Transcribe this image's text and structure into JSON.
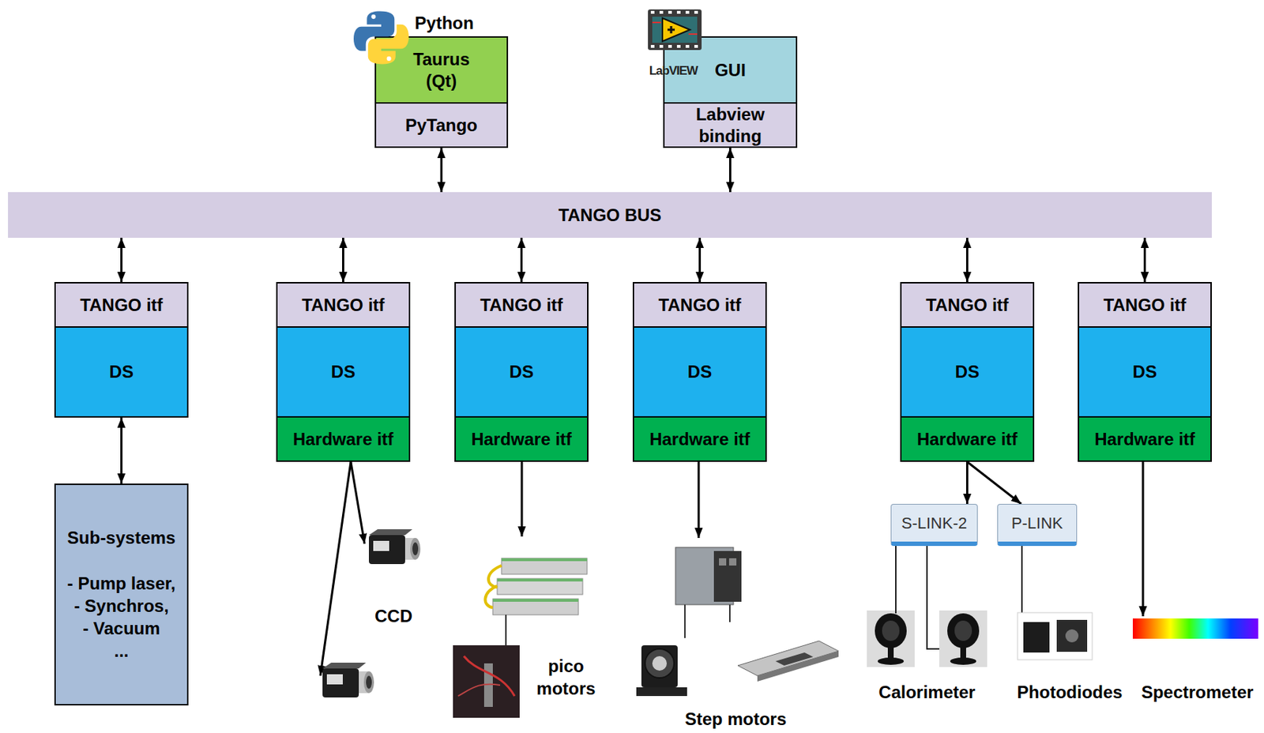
{
  "diagram": {
    "nodes": [
      {
        "text": [
          "Taurus (Qt)"
        ]
      },
      {
        "text": [
          "PyTango"
        ]
      },
      {
        "text": [
          "GUI"
        ]
      },
      {
        "text": [
          "Labview binding"
        ]
      },
      {
        "text": [
          "TANGO BUS"
        ]
      },
      {
        "text": [
          "TANGO itf"
        ]
      },
      {
        "text": [
          "DS"
        ]
      },
      {
        "text": [
          "TANGO itf"
        ]
      },
      {
        "text": [
          "DS"
        ]
      },
      {
        "text": [
          "Hardware itf"
        ]
      },
      {
        "text": [
          "TANGO itf"
        ]
      },
      {
        "text": [
          "DS"
        ]
      },
      {
        "text": [
          "Hardware itf"
        ]
      },
      {
        "text": [
          "TANGO itf"
        ]
      },
      {
        "text": [
          "DS"
        ]
      },
      {
        "text": [
          "Hardware itf"
        ]
      },
      {
        "text": [
          "TANGO itf"
        ]
      },
      {
        "text": [
          "DS"
        ]
      },
      {
        "text": [
          "Hardware itf"
        ]
      },
      {
        "text": [
          "TANGO itf"
        ]
      },
      {
        "text": [
          "DS"
        ]
      },
      {
        "text": [
          "Hardware itf"
        ]
      },
      {
        "text": [
          "Sub-systems",
          "- Pump laser,",
          "- Synchros,",
          "- Vacuum",
          "..."
        ]
      },
      {
        "text": [
          "S-LINK-2"
        ]
      },
      {
        "text": [
          "P-LINK"
        ]
      }
    ],
    "edges": [
      {
        "from": 1,
        "to": 4,
        "arrow": "both"
      },
      {
        "from": 3,
        "to": 4,
        "arrow": "both"
      },
      {
        "from": 4,
        "to": 5,
        "arrow": "both"
      },
      {
        "from": 4,
        "to": 7,
        "arrow": "both"
      },
      {
        "from": 4,
        "to": 10,
        "arrow": "both"
      },
      {
        "from": 4,
        "to": 13,
        "arrow": "both"
      },
      {
        "from": 4,
        "to": 16,
        "arrow": "both"
      },
      {
        "from": 4,
        "to": 19,
        "arrow": "both"
      },
      {
        "from": 6,
        "to": 22,
        "arrow": "both"
      },
      {
        "from": 18,
        "to": 23,
        "arrow": "to"
      },
      {
        "from": 18,
        "to": 24,
        "arrow": "to"
      }
    ],
    "labels": [
      "Python",
      "LabVIEW",
      "CCD",
      "pico motors",
      "Step motors",
      "Calorimeter",
      "Photodiodes",
      "Spectrometer"
    ]
  }
}
